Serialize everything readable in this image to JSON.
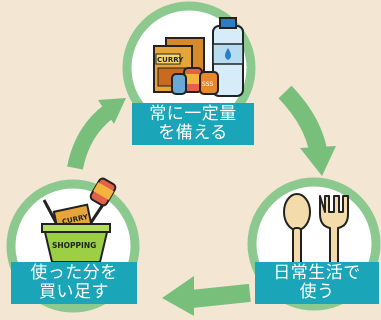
{
  "steps": [
    {
      "line1": "常に一定量",
      "line2": "を備える"
    },
    {
      "line1": "日常生活で",
      "line2": "使う"
    },
    {
      "line1": "使った分を",
      "line2": "買い足す"
    }
  ],
  "icons": {
    "curry_text": "CURRY",
    "basket_text": "SHOPPING",
    "can_text": "SSS"
  },
  "colors": {
    "background": "#f3e6d3",
    "circle_ring": "#8cc98f",
    "arrow": "#79bf7c",
    "label_bg": "#1aa5b9",
    "label_text": "#ffffff"
  }
}
